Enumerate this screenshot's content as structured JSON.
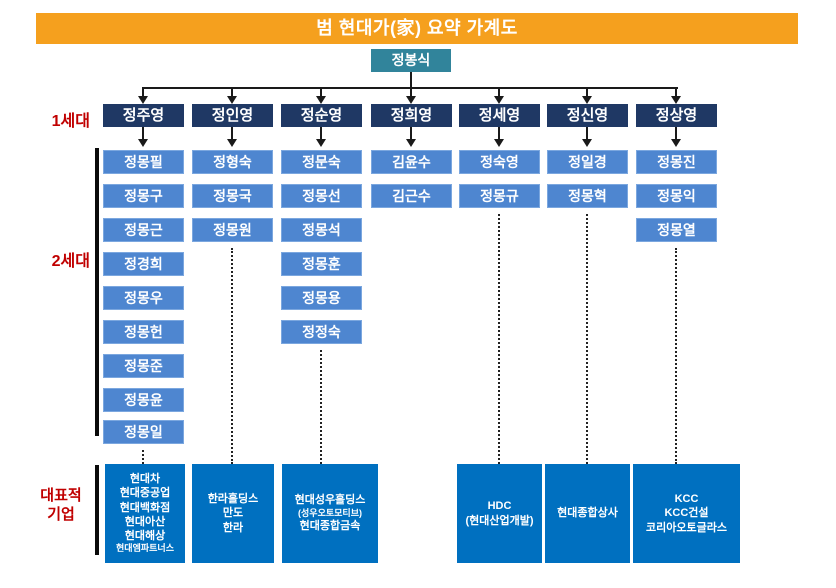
{
  "header": {
    "title": "범 현대가(家) 요약 가계도"
  },
  "root": {
    "name": "정봉식"
  },
  "section_labels": {
    "gen1": "1세대",
    "gen2": "2세대",
    "companies_line1": "대표적",
    "companies_line2": "기업"
  },
  "colors": {
    "header_orange": "#F5A01E",
    "root_teal": "#31849B",
    "gen1_navy": "#1F3864",
    "gen2_blue": "#4E86D0",
    "company_blue": "#0070C0",
    "label_red": "#C00000",
    "line_black": "#1a1a1a"
  },
  "columns": [
    {
      "gen1": "정주영",
      "gen2": [
        "정몽필",
        "정몽구",
        "정몽근",
        "정경희",
        "정몽우",
        "정몽헌",
        "정몽준",
        "정몽윤",
        "정몽일"
      ],
      "companies": [
        {
          "text": "현대차",
          "small": false
        },
        {
          "text": "현대중공업",
          "small": false
        },
        {
          "text": "현대백화점",
          "small": false
        },
        {
          "text": "현대아산",
          "small": false
        },
        {
          "text": "현대해상",
          "small": false
        },
        {
          "text": "현대엠파트너스",
          "small": true
        }
      ]
    },
    {
      "gen1": "정인영",
      "gen2": [
        "정형숙",
        "정몽국",
        "정몽원"
      ],
      "companies": [
        {
          "text": "한라홀딩스",
          "small": false
        },
        {
          "text": "만도",
          "small": false
        },
        {
          "text": "한라",
          "small": false
        }
      ]
    },
    {
      "gen1": "정순영",
      "gen2": [
        "정문숙",
        "정몽선",
        "정몽석",
        "정몽훈",
        "정몽용",
        "정정숙"
      ],
      "companies": [
        {
          "text": "현대성우홀딩스",
          "small": false
        },
        {
          "text": "(성우오토모티브)",
          "small": true
        },
        {
          "text": "현대종합금속",
          "small": false
        }
      ]
    },
    {
      "gen1": "정희영",
      "gen2": [
        "김윤수",
        "김근수"
      ],
      "companies": null
    },
    {
      "gen1": "정세영",
      "gen2": [
        "정숙영",
        "정몽규"
      ],
      "companies": [
        {
          "text": "HDC",
          "small": false
        },
        {
          "text": "(현대산업개발)",
          "small": false
        }
      ]
    },
    {
      "gen1": "정신영",
      "gen2": [
        "정일경",
        "정몽혁"
      ],
      "companies": [
        {
          "text": "현대종합상사",
          "small": false
        }
      ]
    },
    {
      "gen1": "정상영",
      "gen2": [
        "정몽진",
        "정몽익",
        "정몽열"
      ],
      "companies": [
        {
          "text": "KCC",
          "small": false
        },
        {
          "text": "KCC건설",
          "small": false
        },
        {
          "text": "코리아오토글라스",
          "small": false
        }
      ]
    }
  ]
}
